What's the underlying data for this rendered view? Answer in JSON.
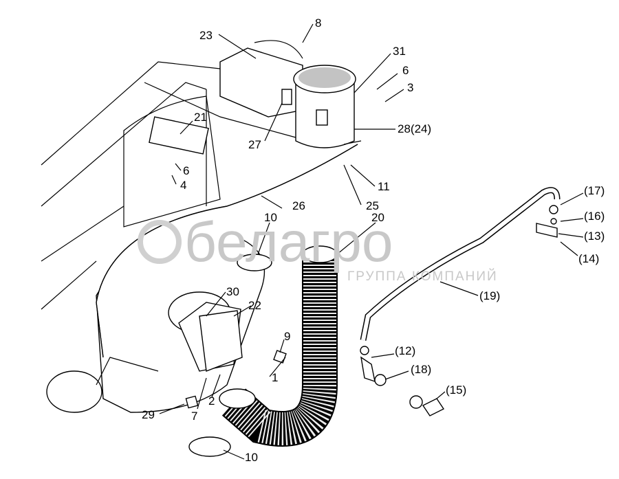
{
  "diagram": {
    "watermark": {
      "brand": "белагро",
      "subtitle": "ГРУППА КОМПАНИЙ"
    },
    "callouts": {
      "c23": "23",
      "c8": "8",
      "c31": "31",
      "c6a": "6",
      "c3": "3",
      "c21": "21",
      "c28": "28(24)",
      "c27": "27",
      "c6b": "6",
      "c4": "4",
      "c11": "11",
      "c25": "25",
      "c26": "26",
      "c17": "(17)",
      "c16": "(16)",
      "c13": "(13)",
      "c14": "(14)",
      "c10a": "10",
      "c20": "20",
      "c19": "(19)",
      "c30": "30",
      "c22": "22",
      "c9": "9",
      "c12": "(12)",
      "c1": "1",
      "c18": "(18)",
      "c15": "(15)",
      "c29": "29",
      "c7": "7",
      "c2": "2",
      "c10b": "10"
    }
  }
}
